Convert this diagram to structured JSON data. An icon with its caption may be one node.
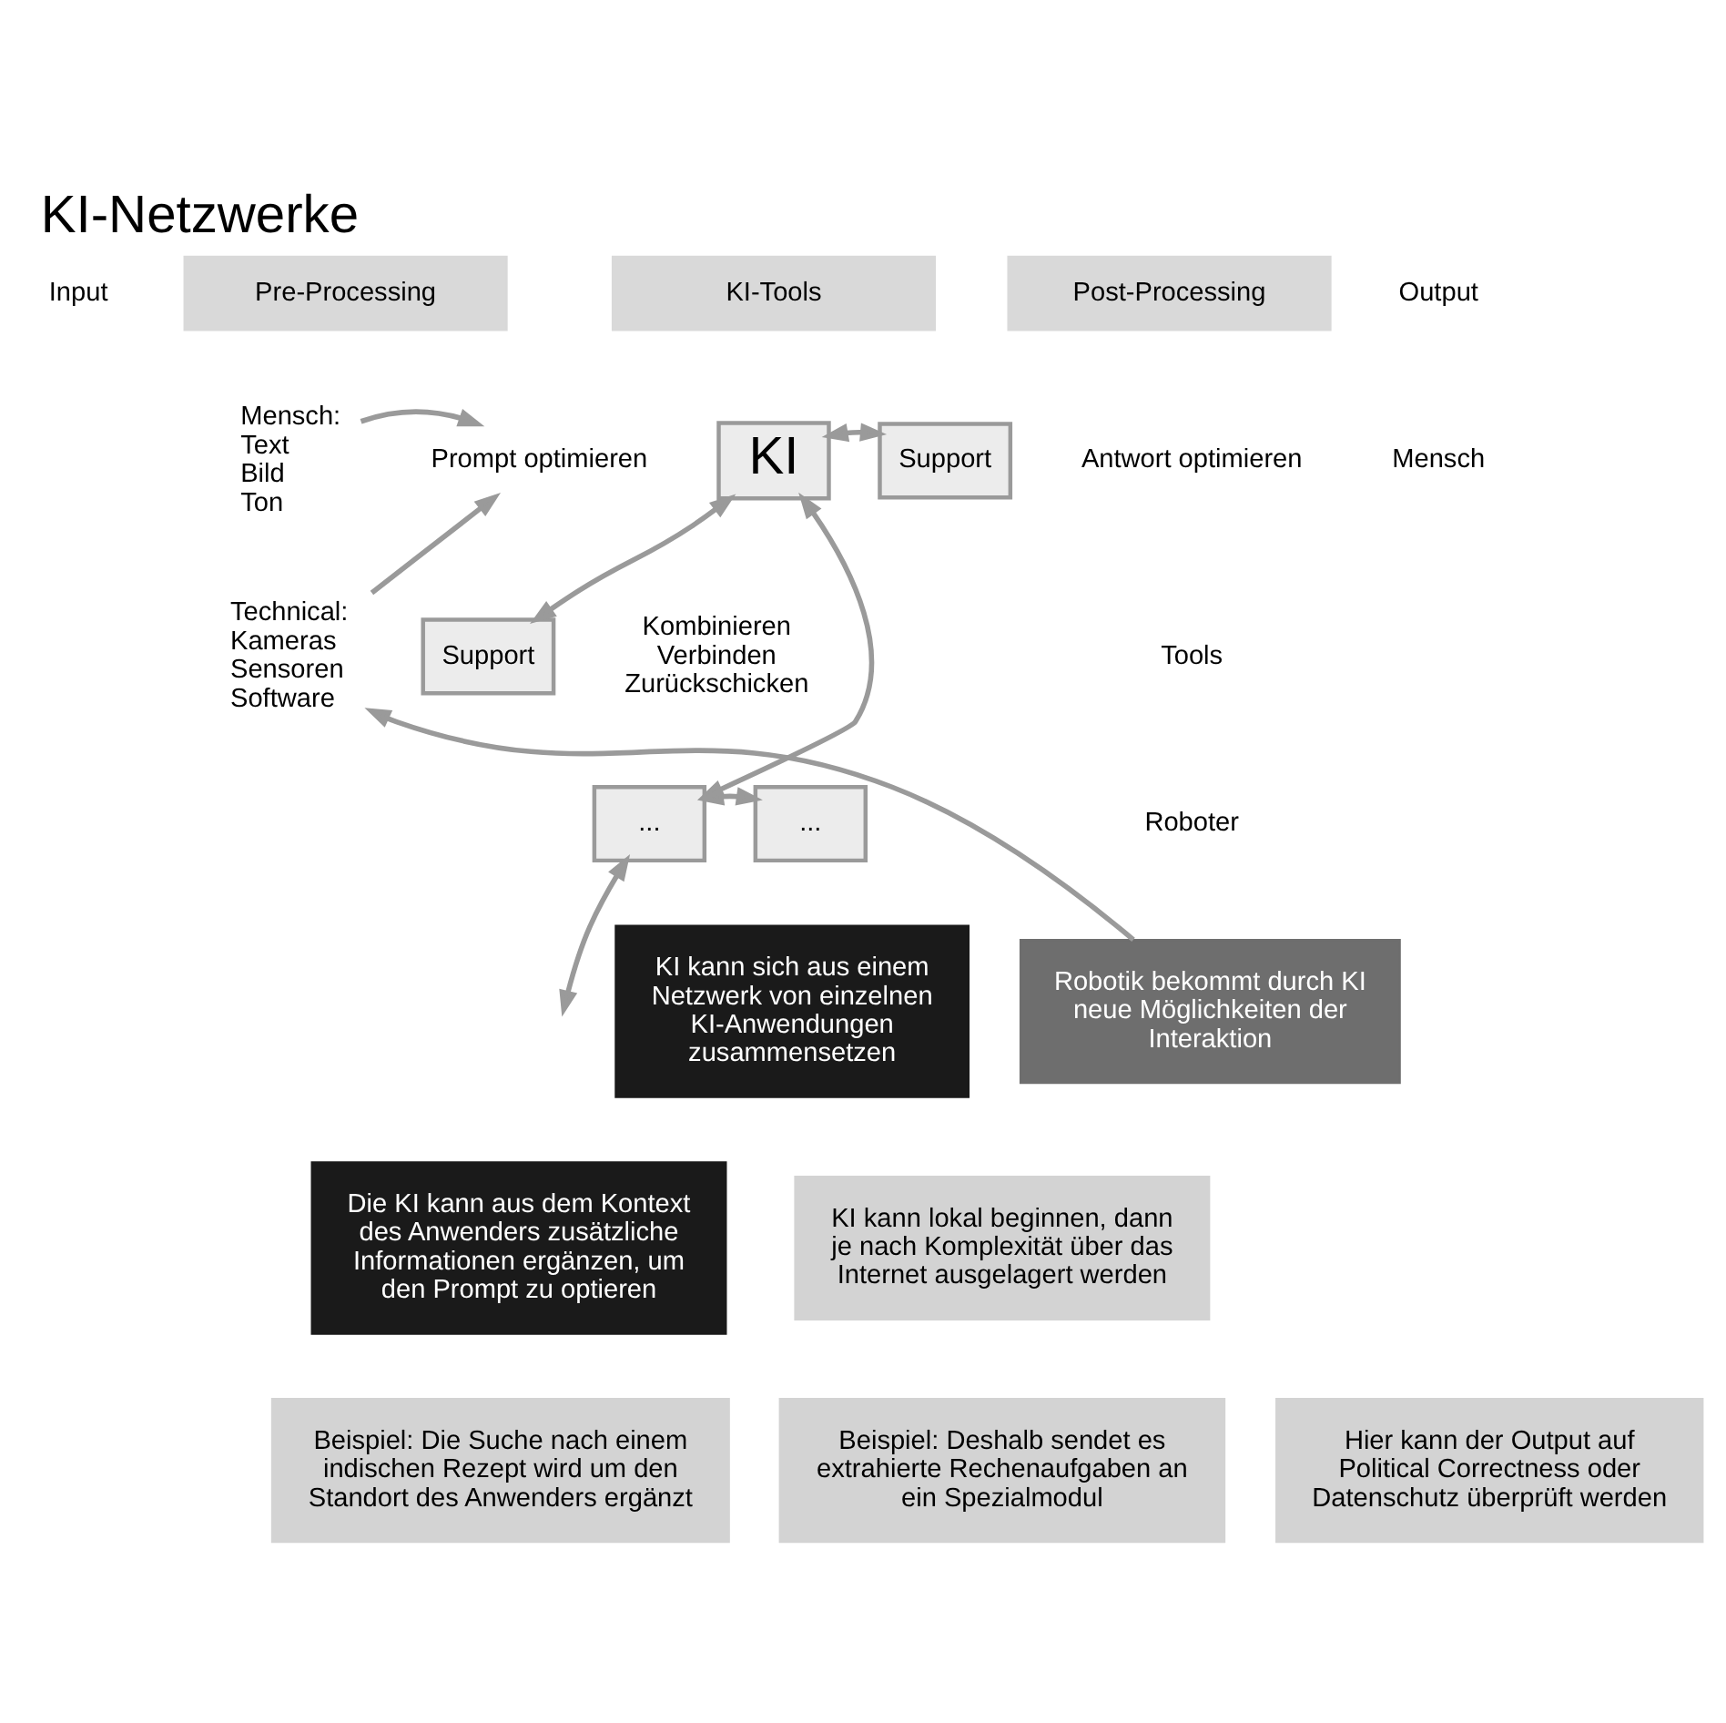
{
  "diagram": {
    "title": "KI-Netzwerke",
    "nodes": [
      {
        "text": [
          "Pre-Processing"
        ]
      },
      {
        "text": [
          "KI-Tools"
        ]
      },
      {
        "text": [
          "Post-Processing"
        ]
      },
      {
        "text": [
          "Mensch: Text Bild Ton"
        ]
      },
      {
        "text": [
          "Technical: Kameras Sensoren Software"
        ]
      },
      {
        "text": [
          "Prompt optimieren"
        ]
      },
      {
        "text": [
          "KI"
        ]
      },
      {
        "text": [
          "Support"
        ]
      },
      {
        "text": [
          "Support"
        ]
      },
      {
        "text": [
          "..."
        ]
      },
      {
        "text": [
          "..."
        ]
      },
      {
        "text": [
          "KI kann sich aus einem Netzwerk von einzelnen KI-Anwendungen zusammensetzen"
        ]
      },
      {
        "text": [
          "Robotik bekommt durch KI neue Möglichkeiten der Interaktion"
        ]
      },
      {
        "text": [
          "KI kann lokal beginnen, dann je nach Komplexität über das Internet ausgelagert werden"
        ]
      },
      {
        "text": [
          "Die KI kann aus dem Kontext des Anwenders zusätzliche Informationen ergänzen, um den Prompt zu optieren"
        ]
      },
      {
        "text": [
          "Beispiel: Die Suche nach einem indischen Rezept wird um den Standort des Anwenders ergänzt"
        ]
      },
      {
        "text": [
          "Beispiel: Deshalb sendet es extrahierte Rechenaufgaben an ein Spezialmodul"
        ]
      },
      {
        "text": [
          "Hier kann der Output auf Political Correctness oder Datenschutz überprüft werden"
        ]
      }
    ],
    "edges": [
      {
        "from": 3,
        "to": 5,
        "arrow": "to"
      },
      {
        "from": 4,
        "to": 5,
        "arrow": "to"
      },
      {
        "from": 6,
        "to": 7,
        "arrow": "both"
      },
      {
        "from": 6,
        "to": 8,
        "arrow": "both"
      },
      {
        "from": 6,
        "to": 9,
        "arrow": "both"
      },
      {
        "from": 9,
        "to": 10,
        "arrow": "both"
      },
      {
        "from": 9,
        "to": null,
        "arrow": "both"
      },
      {
        "from": 12,
        "to": 4,
        "arrow": "to"
      }
    ],
    "labels": [
      "Input",
      "Output",
      "Antwort optimieren",
      "Mensch",
      "Tools",
      "Kombinieren Verbinden Zurückschicken",
      "Roboter"
    ]
  }
}
